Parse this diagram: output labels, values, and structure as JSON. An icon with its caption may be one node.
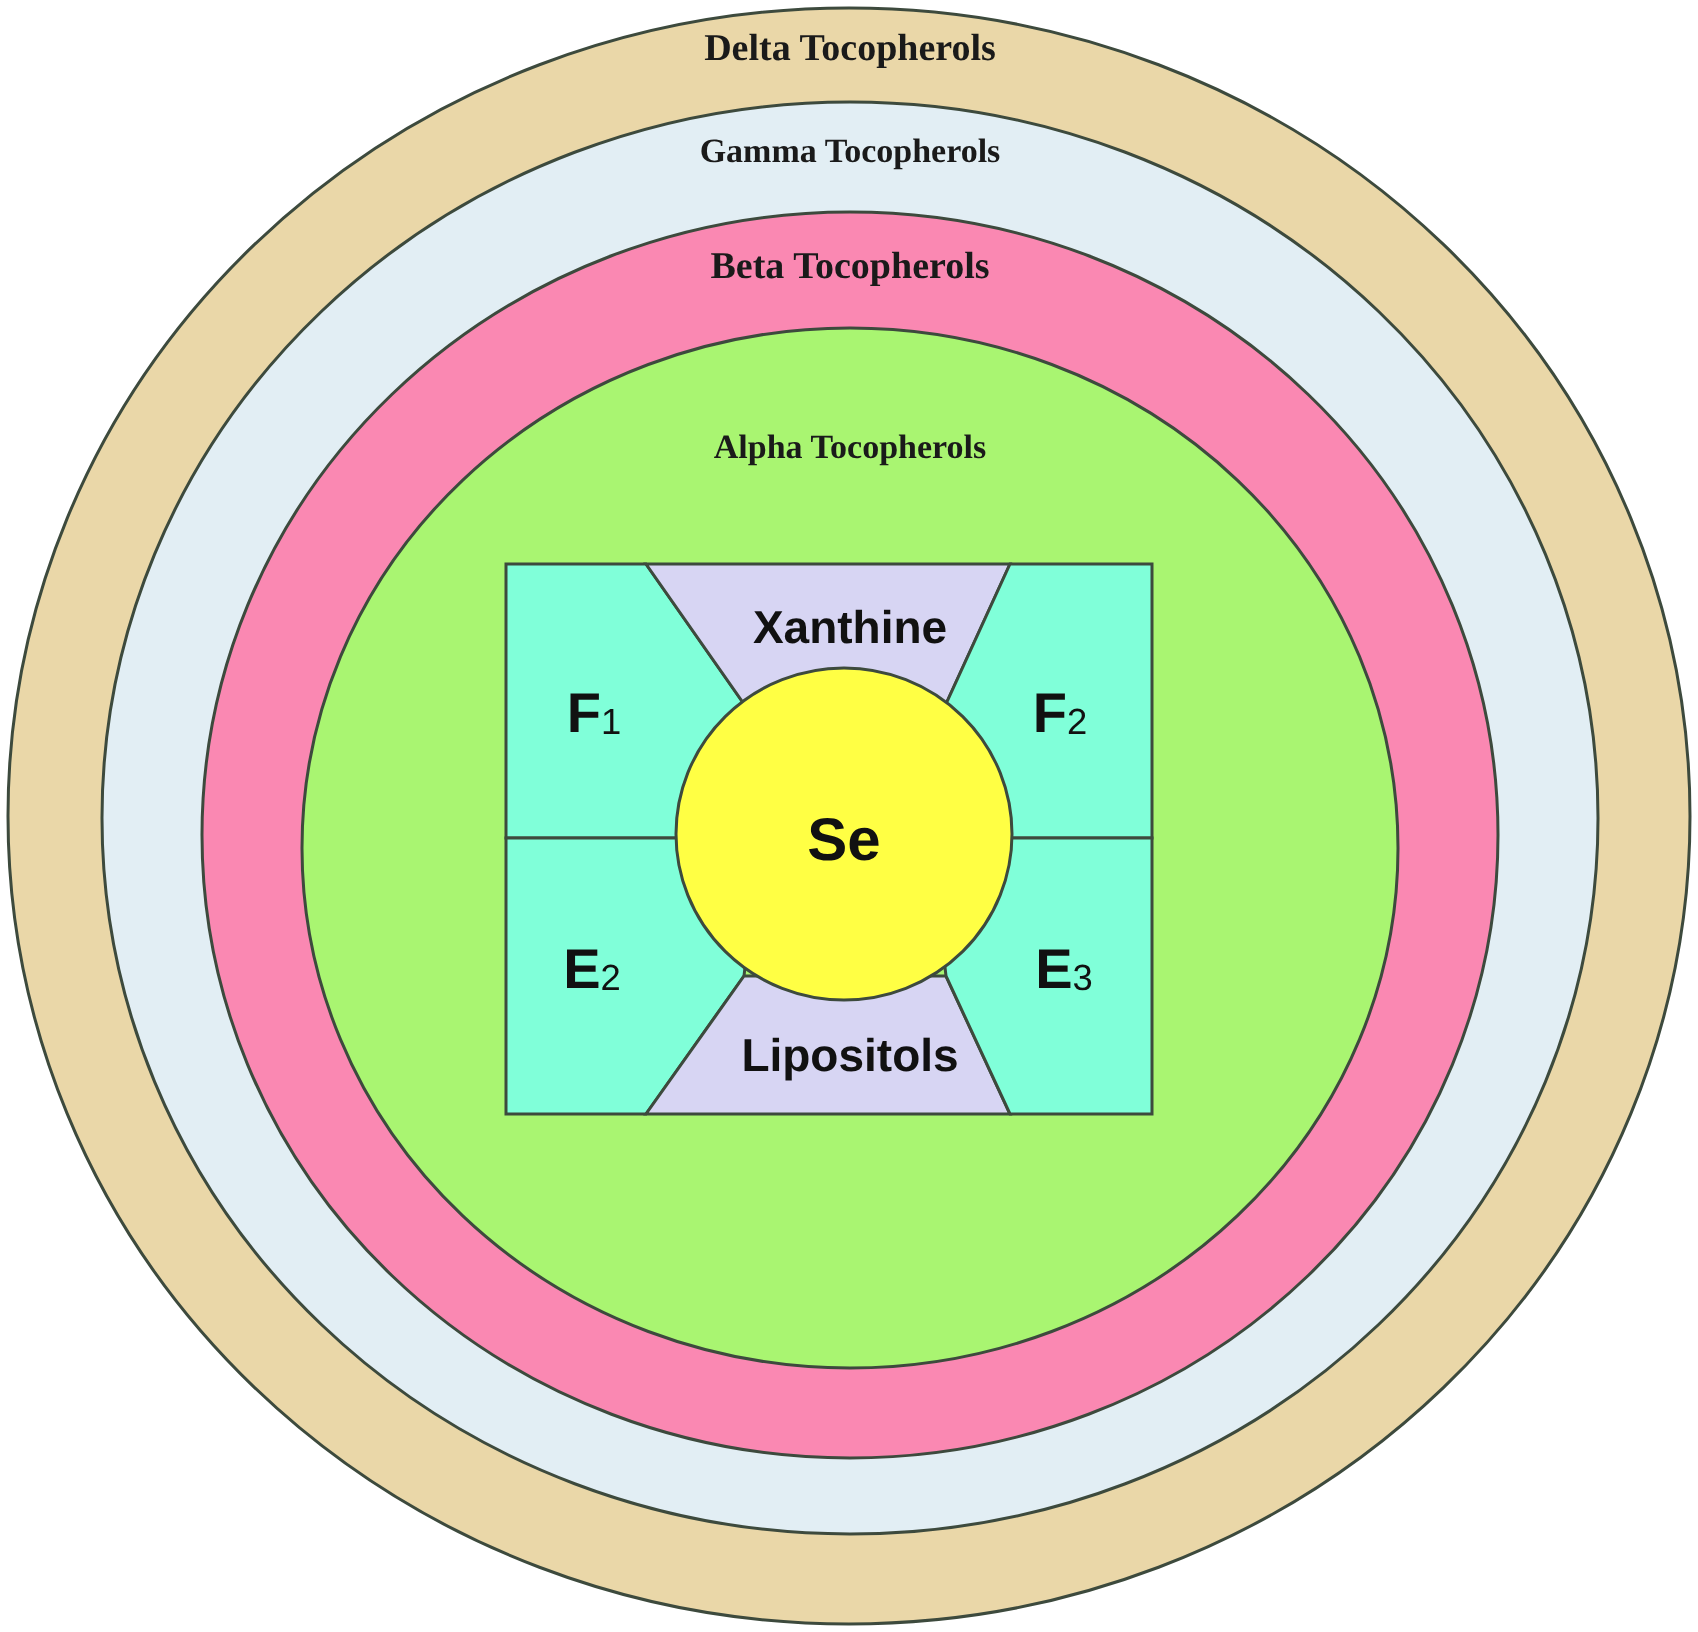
{
  "diagram": {
    "nodes": [
      {
        "text": [
          "Delta Tocopherols"
        ]
      },
      {
        "text": [
          "Gamma Tocopherols"
        ],
        "in": 0
      },
      {
        "text": [
          "Beta Tocopherols"
        ],
        "in": 1
      },
      {
        "text": [
          "Alpha Tocopherols"
        ],
        "in": 2
      },
      {
        "text": [
          "F$_{1}$"
        ],
        "in": 3
      },
      {
        "text": [
          "Xanthine"
        ],
        "in": 3
      },
      {
        "text": [
          "F$_{2}$"
        ],
        "in": 3
      },
      {
        "text": [
          "E$_{2}$"
        ],
        "in": 3
      },
      {
        "text": [
          "Lipositols"
        ],
        "in": 3
      },
      {
        "text": [
          "E$_{3}$"
        ],
        "in": 3
      },
      {
        "text": [
          "Se"
        ],
        "in": 3
      }
    ]
  }
}
